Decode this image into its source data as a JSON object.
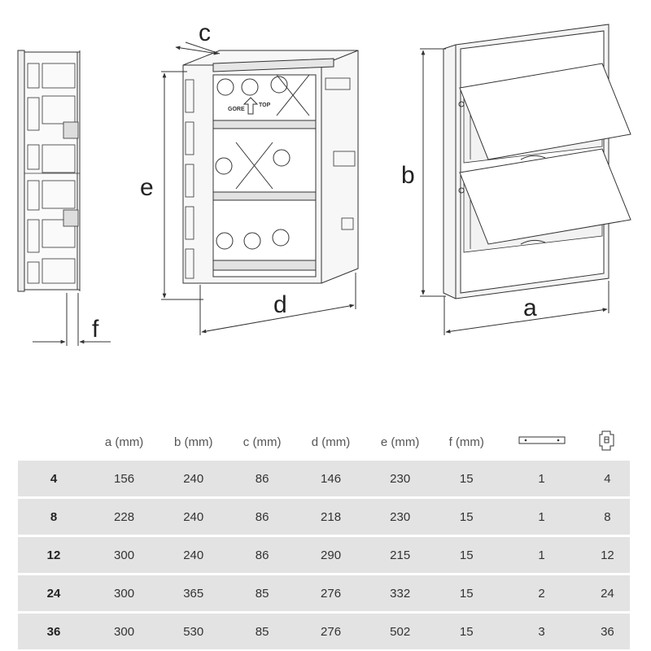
{
  "figure": {
    "dim_labels": {
      "a": "a",
      "b": "b",
      "c": "c",
      "d": "d",
      "e": "e",
      "f": "f"
    },
    "box_markings": {
      "gore": "GORE",
      "top": "TOP"
    },
    "colors": {
      "line": "#333333",
      "shade": "#e3e3e3",
      "panel": "#f4f4f4"
    }
  },
  "table": {
    "headers": [
      "",
      "a (mm)",
      "b (mm)",
      "c (mm)",
      "d (mm)",
      "e (mm)",
      "f (mm)",
      "rail-icon",
      "breaker-module-icon"
    ],
    "rows": [
      [
        "4",
        "156",
        "240",
        "86",
        "146",
        "230",
        "15",
        "1",
        "4"
      ],
      [
        "8",
        "228",
        "240",
        "86",
        "218",
        "230",
        "15",
        "1",
        "8"
      ],
      [
        "12",
        "300",
        "240",
        "86",
        "290",
        "215",
        "15",
        "1",
        "12"
      ],
      [
        "24",
        "300",
        "365",
        "85",
        "276",
        "332",
        "15",
        "2",
        "24"
      ],
      [
        "36",
        "300",
        "530",
        "85",
        "276",
        "502",
        "15",
        "3",
        "36"
      ]
    ]
  }
}
